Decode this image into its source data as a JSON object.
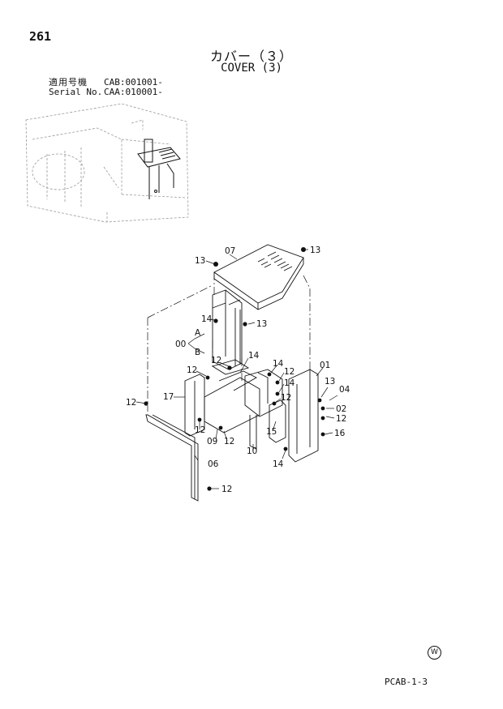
{
  "page": {
    "number": "261",
    "title_jp": "カバー（３）",
    "title_en": "COVER (3)",
    "serial": [
      {
        "label": "適用号機",
        "value": "CAB:001001-"
      },
      {
        "label": "Serial No.",
        "value": "CAA:010001-"
      }
    ],
    "region_mark": "W",
    "code": "PCAB-1-3"
  },
  "callouts": {
    "c07": "07",
    "c13a": "13",
    "c13b": "13",
    "c13c": "13",
    "c13d": "13",
    "c14a": "14",
    "c14b": "14",
    "c14c": "14",
    "c14d": "14",
    "c14e": "14",
    "c_a": "A",
    "c_b": "B",
    "c00": "00",
    "c12a": "12",
    "c12b": "12",
    "c12c": "12",
    "c12d": "12",
    "c12e": "12",
    "c12f": "12",
    "c12g": "12",
    "c12h": "12",
    "c12i": "12",
    "c01": "01",
    "c02": "02",
    "c04": "04",
    "c06": "06",
    "c09": "09",
    "c10": "10",
    "c15": "15",
    "c16": "16",
    "c17": "17"
  }
}
